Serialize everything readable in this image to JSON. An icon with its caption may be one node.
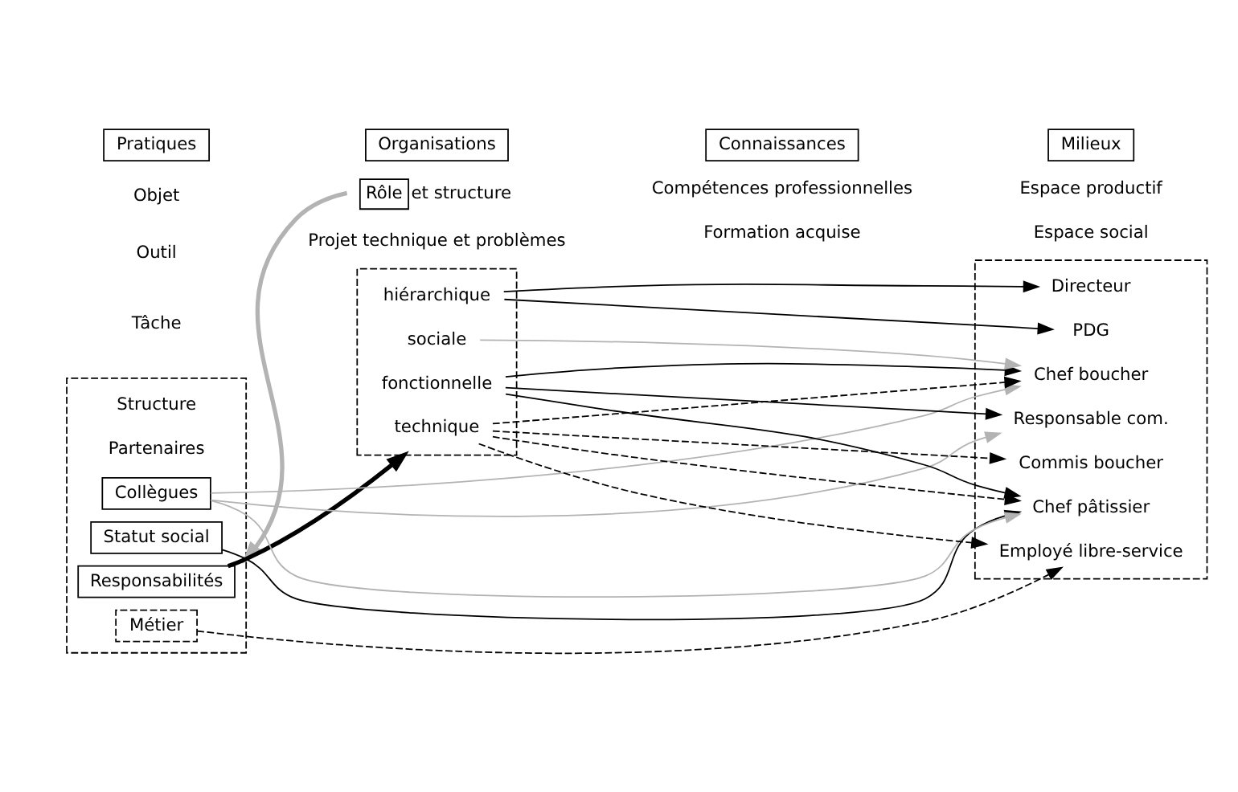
{
  "diagram": {
    "nodes": [
      {
        "text": [
          "Pratiques"
        ]
      },
      {
        "text": [
          "Organisations"
        ]
      },
      {
        "text": [
          "Connaissances"
        ]
      },
      {
        "text": [
          "Milieux"
        ]
      },
      {
        "text": [
          "Rôle"
        ],
        "beside": [
          "et structure"
        ]
      },
      {
        "text": [],
        "shape": "box"
      },
      {
        "text": [
          "Responsabilités"
        ],
        "in": 5
      },
      {
        "text": [
          "Statut social"
        ],
        "in": 5
      },
      {
        "text": [
          "Métier"
        ],
        "in": 5
      },
      {
        "text": [
          "Collègues"
        ],
        "in": 5
      },
      {
        "text": [
          "Partenaires"
        ],
        "in": 5
      },
      {
        "text": [
          "Structure"
        ],
        "in": 5
      },
      {
        "text": [],
        "shape": "box"
      },
      {
        "text": [
          "technique"
        ],
        "in": 12
      },
      {
        "text": [
          "fonctionnelle"
        ],
        "in": 12
      },
      {
        "text": [
          "sociale"
        ],
        "in": 12
      },
      {
        "text": [
          "hiérarchique"
        ],
        "in": 12
      },
      {
        "text": [],
        "shape": "box"
      },
      {
        "text": [
          "Employé libre-service"
        ],
        "in": 17
      },
      {
        "text": [
          "Commis boucher"
        ],
        "in": 17
      },
      {
        "text": [
          "Chef pâtissier"
        ],
        "in": 17
      },
      {
        "text": [
          "Chef boucher"
        ],
        "in": 17
      },
      {
        "text": [
          "Responsable com."
        ],
        "in": 17
      },
      {
        "text": [
          "Directeur"
        ],
        "in": 17
      },
      {
        "text": [
          "PDG"
        ],
        "in": 17
      }
    ],
    "edges": [
      {
        "from": 4,
        "to": 5,
        "arrow": "to",
        "style": "thick",
        "color": "#b3b3b3"
      },
      {
        "from": 6,
        "to": 12,
        "arrow": "to",
        "style": "thick"
      },
      {
        "from": 13,
        "to": 18,
        "arrow": "to",
        "style": "dashed"
      },
      {
        "from": 13,
        "to": 19,
        "arrow": "to",
        "style": "dashed"
      },
      {
        "from": 13,
        "to": 20,
        "arrow": "to",
        "style": "dashed"
      },
      {
        "from": 13,
        "to": 21,
        "arrow": "to",
        "style": "dashed"
      },
      {
        "from": 14,
        "to": 20,
        "arrow": "to"
      },
      {
        "from": 14,
        "to": 21,
        "arrow": "to"
      },
      {
        "from": 14,
        "to": 22,
        "arrow": "to"
      },
      {
        "from": 15,
        "to": 21,
        "arrow": "to",
        "color": "#b3b3b3"
      },
      {
        "from": 16,
        "to": 23,
        "arrow": "to"
      },
      {
        "from": 16,
        "to": 24,
        "arrow": "to"
      },
      {
        "from": 7,
        "to": 20,
        "arrow": "to"
      },
      {
        "from": 8,
        "to": 18,
        "arrow": "to",
        "style": "dashed"
      },
      {
        "from": 9,
        "to": 20,
        "arrow": "to",
        "color": "#b3b3b3"
      },
      {
        "from": 9,
        "to": 21,
        "arrow": "to",
        "color": "#b3b3b3"
      },
      {
        "from": 9,
        "to": 22,
        "arrow": "to",
        "color": "#b3b3b3"
      }
    ],
    "labels": [
      "Objet",
      "Outil",
      "Tâche",
      "Projet technique et problèmes",
      "Compétences professionnelles",
      "Formation acquise",
      "Espace productif",
      "Espace social"
    ]
  }
}
